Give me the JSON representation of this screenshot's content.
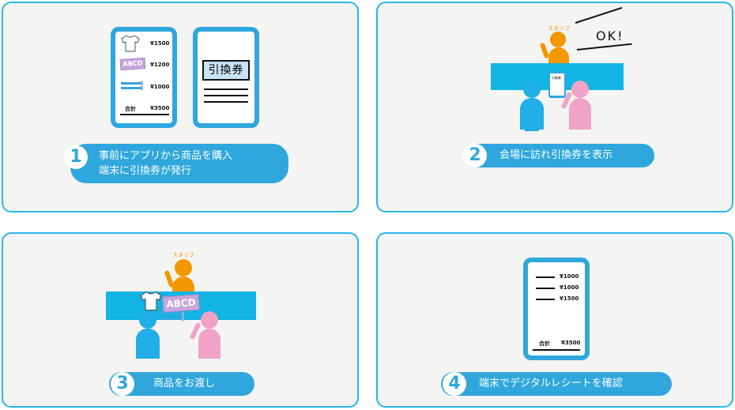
{
  "colors": {
    "accent": "#2fa7dd",
    "counter": "#12b4e4",
    "staff": "#f39800",
    "customer_blue": "#22aee6",
    "customer_pink": "#f0a3c6",
    "label": "#c9a6dc"
  },
  "step1": {
    "number": "1",
    "line1": "事前にアプリから商品を購入",
    "line2": "端末に引換券が発行",
    "receipt": {
      "prices": [
        "¥1500",
        "¥1200",
        "¥1000"
      ],
      "total_label": "合計",
      "total": "¥3500",
      "label_text": "ABCD"
    },
    "voucher_title": "引換券"
  },
  "step2": {
    "number": "2",
    "text": "会場に訪れ引換券を表示",
    "staff_label": "スタッフ",
    "ok_text": "OK!",
    "phone_mini": "引換券"
  },
  "step3": {
    "number": "3",
    "text": "商品をお渡し",
    "staff_label": "スタッフ",
    "label_text": "ABCD"
  },
  "step4": {
    "number": "4",
    "text": "端末でデジタルレシートを確認",
    "receipt": {
      "prices": [
        "¥1000",
        "¥1000",
        "¥1500"
      ],
      "total_label": "合計",
      "total": "¥3500"
    }
  }
}
